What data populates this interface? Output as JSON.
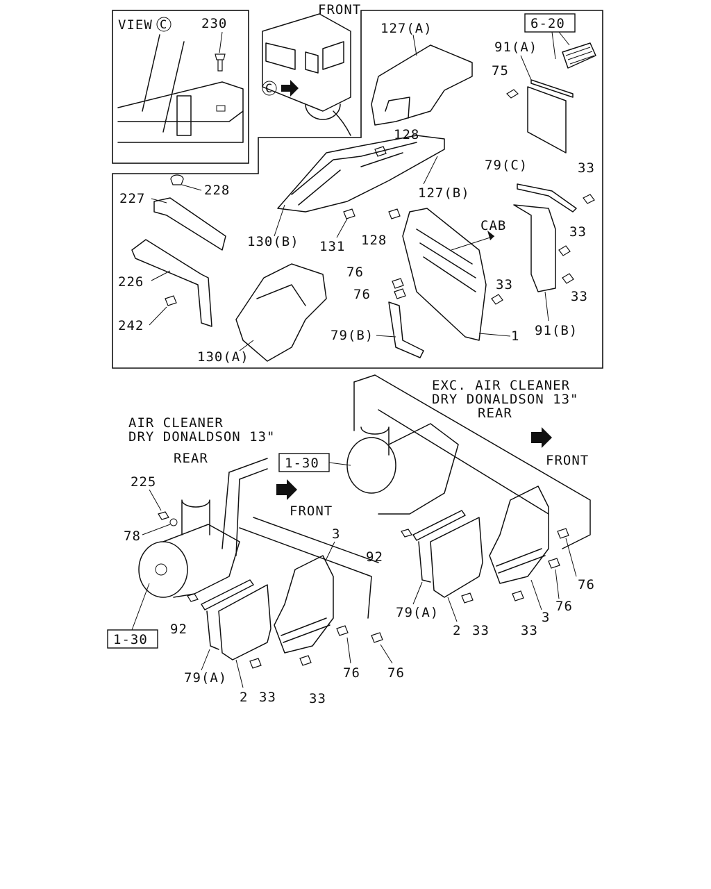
{
  "labels": {
    "view_c": "VIEW",
    "view_c_circle": "C",
    "front_top": "FRONT",
    "cab": "CAB",
    "air_cleaner_left_line1": "AIR CLEANER",
    "air_cleaner_left_line2": "DRY DONALDSON 13\"",
    "rear_left": "REAR",
    "front_left": "FRONT",
    "exc_line1": "EXC. AIR CLEANER",
    "exc_line2": "DRY DONALDSON 13\"",
    "rear_right": "REAR",
    "front_right": "FRONT",
    "circle_c_cab": "C"
  },
  "ref_boxes": {
    "ref_6_20": "6-20",
    "ref_1_30_right": "1-30",
    "ref_1_30_left": "1-30"
  },
  "part_numbers": {
    "p230": "230",
    "p127a": "127(A)",
    "p91a": "91(A)",
    "p75": "75",
    "p128_top": "128",
    "p127b": "127(B)",
    "p227": "227",
    "p228": "228",
    "p79c": "79(C)",
    "p33_a": "33",
    "p33_b": "33",
    "p33_c": "33",
    "p130b": "130(B)",
    "p131": "131",
    "p128_bottom": "128",
    "p226": "226",
    "p76_a": "76",
    "p76_b": "76",
    "p33_d": "33",
    "p242": "242",
    "p79b": "79(B)",
    "p1": "1",
    "p91b": "91(B)",
    "p130a": "130(A)",
    "p225": "225",
    "p78": "78",
    "p3_left": "3",
    "p92_left": "92",
    "p79a_left": "79(A)",
    "p2_left": "2",
    "p33_left_a": "33",
    "p33_left_b": "33",
    "p76_left_a": "76",
    "p76_left_b": "76",
    "p92_right": "92",
    "p79a_right": "79(A)",
    "p2_right": "2",
    "p33_right_a": "33",
    "p33_right_b": "33",
    "p3_right": "3",
    "p76_right_a": "76",
    "p76_right_b": "76"
  },
  "icons": {
    "direction_arrow": "arrow-right-icon"
  }
}
